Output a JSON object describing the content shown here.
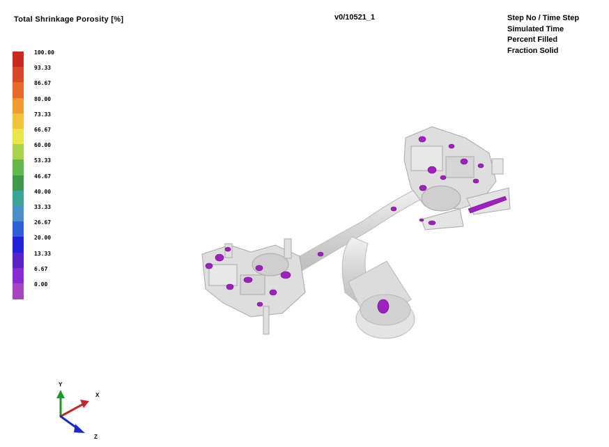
{
  "header": {
    "title": "Total Shrinkage Porosity [%]",
    "run_id": "v0/10521_1",
    "info_lines": [
      "Step No / Time Step",
      "Simulated Time",
      "Percent Filled",
      "Fraction Solid"
    ]
  },
  "legend": {
    "labels": [
      "100.00",
      "93.33",
      "86.67",
      "80.00",
      "73.33",
      "66.67",
      "60.00",
      "53.33",
      "46.67",
      "40.00",
      "33.33",
      "26.67",
      "20.00",
      "13.33",
      "6.67",
      "0.00"
    ],
    "colors": [
      "#c8281e",
      "#d9472a",
      "#e66a2a",
      "#ef9a2e",
      "#f2c23a",
      "#e9e64a",
      "#a9d34a",
      "#62b848",
      "#3d9a4a",
      "#3aa59a",
      "#4a8fc9",
      "#2f5fd6",
      "#2222d8",
      "#5a22c8",
      "#8a2ad0",
      "#a844c4"
    ]
  },
  "triad": {
    "x": "X",
    "y": "Y",
    "z": "Z"
  },
  "colors": {
    "porosity": "#a020c0",
    "casting": "#d6d6d6"
  }
}
